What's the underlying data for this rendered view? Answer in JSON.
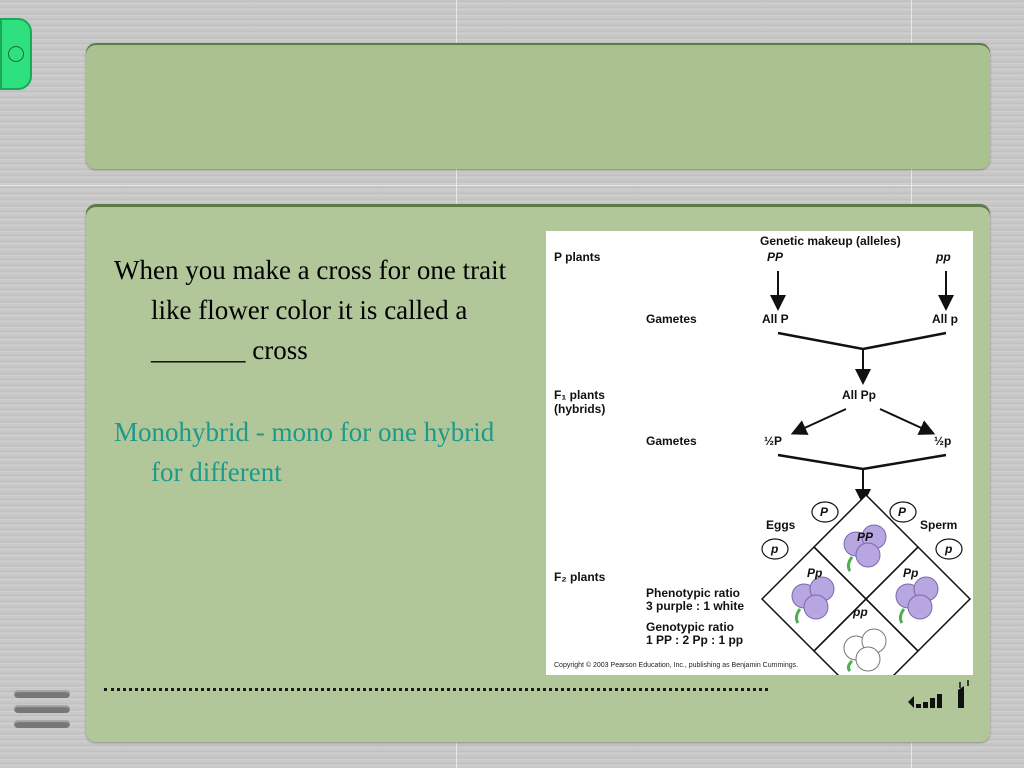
{
  "slide": {
    "title": "",
    "body_paragraphs": [
      "When you make a cross for one trait like flower color it is called a _______ cross"
    ],
    "answer": "Monohybrid - mono for one hybrid for different"
  },
  "figure": {
    "header": "Genetic makeup (alleles)",
    "p_plants": "P plants",
    "pp_left": "PP",
    "pp_right": "pp",
    "gametes_label_1": "Gametes",
    "all_P": "All P",
    "all_p": "All p",
    "f1_plants": "F₁ plants",
    "hybrids": "(hybrids)",
    "all_Pp": "All Pp",
    "gametes_label_2": "Gametes",
    "half_P": "½P",
    "half_p": "½p",
    "eggs": "Eggs",
    "sperm": "Sperm",
    "f2_plants": "F₂ plants",
    "egg_top": "P",
    "sperm_top": "P",
    "egg_bottom": "p",
    "sperm_bottom": "p",
    "cell_PP": "PP",
    "cell_Pp_left": "Pp",
    "cell_Pp_right": "Pp",
    "cell_pp": "pp",
    "phenotypic_ratio_label": "Phenotypic ratio",
    "phenotypic_ratio_value": "3 purple : 1 white",
    "genotypic_ratio_label": "Genotypic ratio",
    "genotypic_ratio_value": "1 PP : 2 Pp : 1 pp",
    "copyright": "Copyright © 2003 Pearson Education, Inc., publishing as Benjamin Cummings.",
    "purple_color": "#b8a6e0",
    "white_color": "#ffffff",
    "leaf_color": "#4caf50"
  },
  "colors": {
    "panel": "#b1c79a",
    "title_panel": "#a9c28f",
    "answer_text": "#1d9a8a",
    "tab": "#2fe07e"
  },
  "icons": [
    "menu-icon",
    "audio-icon",
    "nav-tab-icon"
  ]
}
